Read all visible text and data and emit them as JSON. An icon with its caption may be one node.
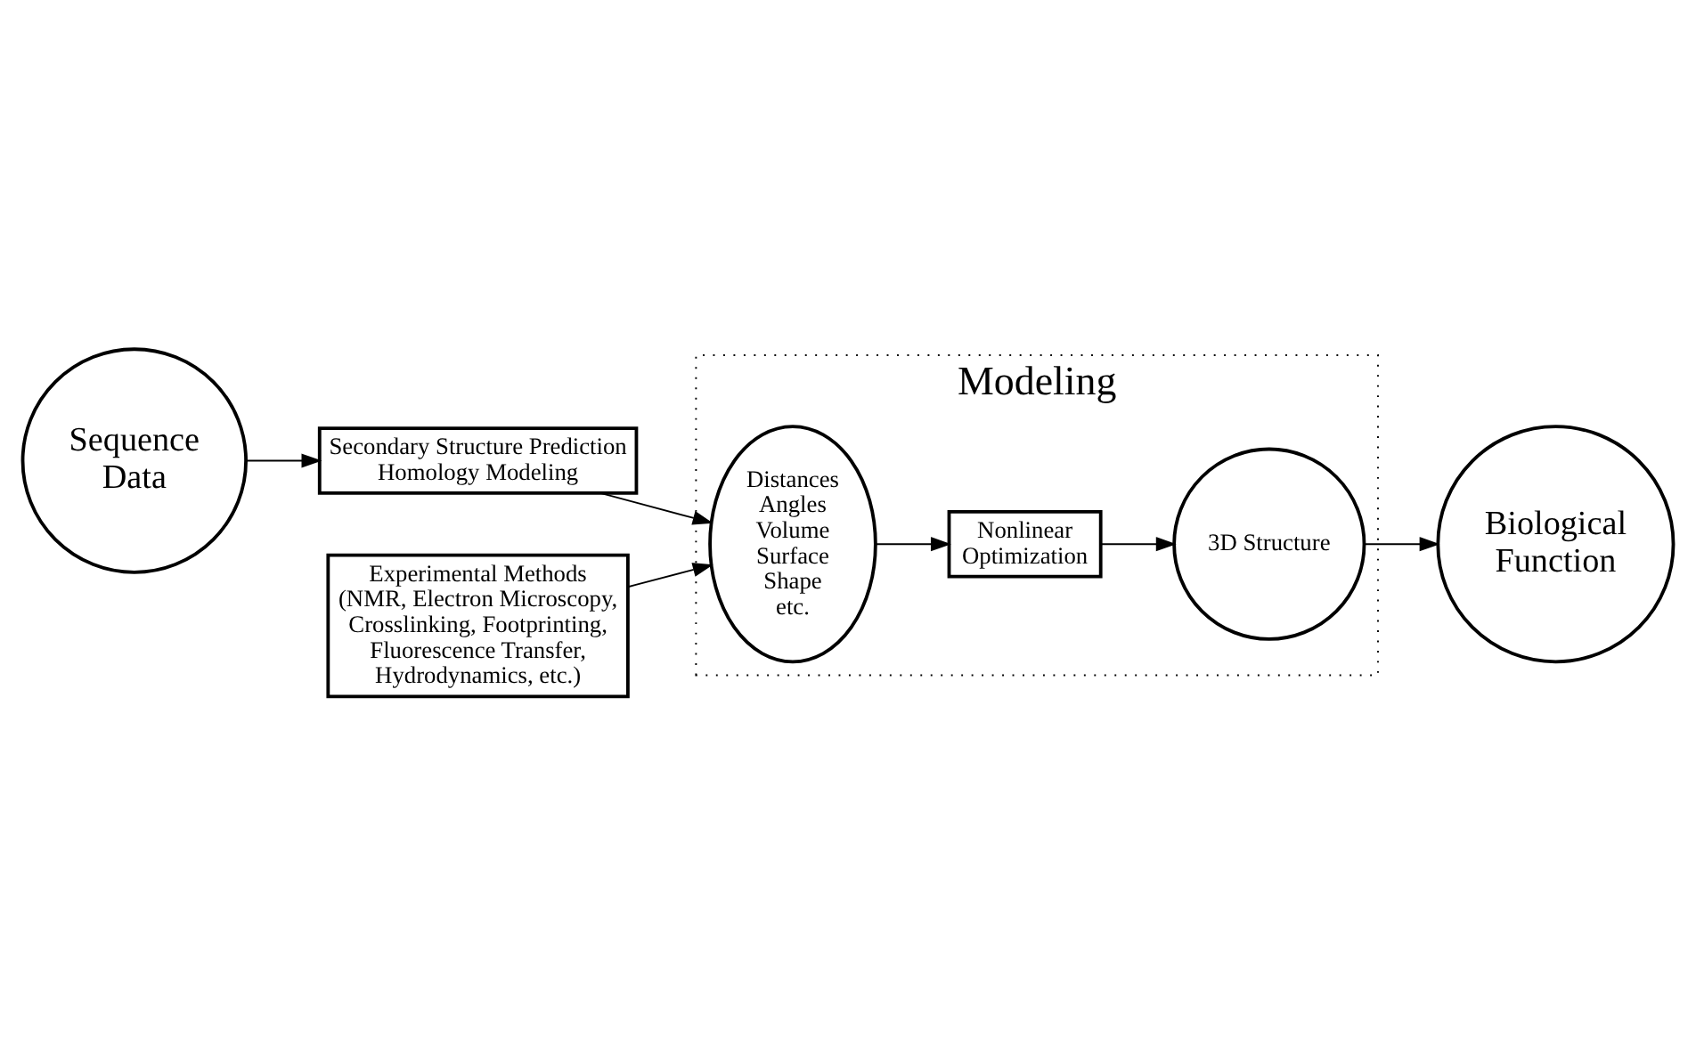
{
  "diagram": {
    "nodes": [
      {
        "text": [
          "Sequence Data"
        ]
      },
      {
        "text": [
          "Secondary Structure Prediction Homology Modeling"
        ]
      },
      {
        "text": [
          "Experimental Methods (NMR, Electron Microscopy, Crosslinking, Footprinting, Fluorescence Transfer, Hydrodynamics, etc.)"
        ]
      },
      {
        "text": [
          "Modeling"
        ]
      },
      {
        "text": [
          "Distances Angles Volume Surface Shape etc."
        ],
        "in": 3
      },
      {
        "text": [
          "Nonlinear Optimization"
        ],
        "in": 3
      },
      {
        "text": [
          "3D Structure"
        ],
        "in": 3
      },
      {
        "text": [
          "Biological Function"
        ]
      }
    ],
    "edges": [
      {
        "from": 0,
        "to": 1,
        "arrow": "to"
      },
      {
        "from": 1,
        "to": 4,
        "arrow": "to"
      },
      {
        "from": 2,
        "to": 4,
        "arrow": "to"
      },
      {
        "from": 4,
        "to": 5,
        "arrow": "to"
      },
      {
        "from": 5,
        "to": 6,
        "arrow": "to"
      },
      {
        "from": 6,
        "to": 7,
        "arrow": "to"
      }
    ]
  }
}
